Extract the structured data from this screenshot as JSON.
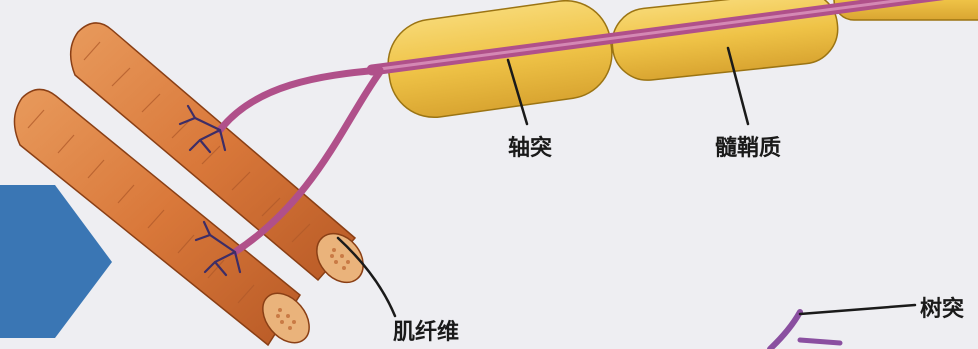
{
  "labels": {
    "axon": "轴突",
    "myelin_sheath": "髓鞘质",
    "muscle_fiber": "肌纤维",
    "dendrite": "树突"
  },
  "colors": {
    "background": "#eeeef2",
    "muscle": "#d9783a",
    "myelin": "#efc347",
    "nerve": "#b0508a",
    "arrow": "#3a76b4"
  }
}
